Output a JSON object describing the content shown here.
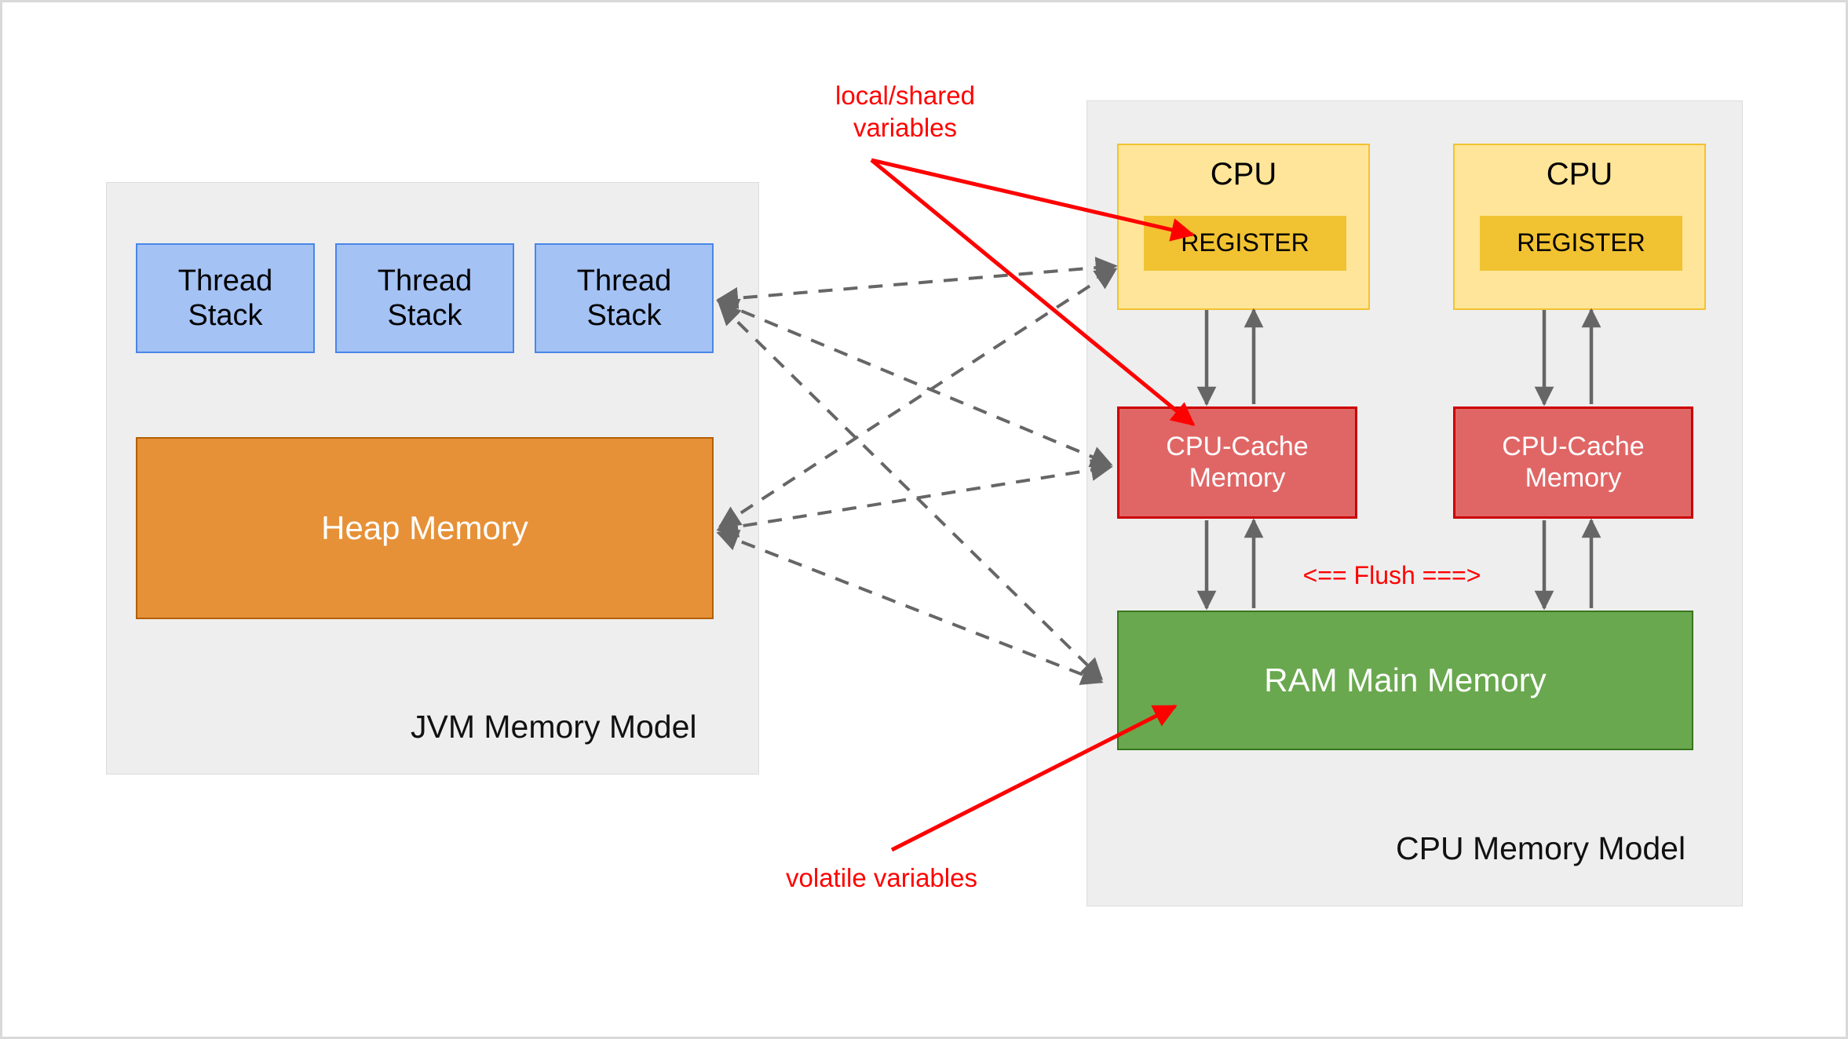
{
  "diagram": {
    "title": "JVM Memory Model and CPU Memory Model",
    "colors": {
      "canvas_background": "#ffffff",
      "group_background": "#eeeeee",
      "thread_stack_fill": "#a4c2f4",
      "thread_stack_border": "#4a86e8",
      "heap_fill": "#e69138",
      "heap_border": "#b45f06",
      "cpu_fill": "#ffe599",
      "cpu_border": "#f1c232",
      "register_fill": "#f1c232",
      "cache_fill": "#e06666",
      "cache_border": "#cc0000",
      "ram_fill": "#6aa84f",
      "ram_border": "#38761d",
      "annotation_red": "#ff0000",
      "connector_gray": "#666666"
    }
  },
  "jvm": {
    "title": "JVM Memory Model",
    "thread_stacks": [
      {
        "label": "Thread\nStack"
      },
      {
        "label": "Thread\nStack"
      },
      {
        "label": "Thread\nStack"
      }
    ],
    "heap": {
      "label": "Heap Memory"
    }
  },
  "cpu": {
    "title": "CPU Memory Model",
    "cores": [
      {
        "label": "CPU",
        "register_label": "REGISTER",
        "cache_label": "CPU-Cache\nMemory"
      },
      {
        "label": "CPU",
        "register_label": "REGISTER",
        "cache_label": "CPU-Cache\nMemory"
      }
    ],
    "ram": {
      "label": "RAM Main Memory"
    }
  },
  "annotations": {
    "local_shared": "local/shared\nvariables",
    "volatile": "volatile variables",
    "flush": "<== Flush ===>"
  },
  "connectors": {
    "dashed": [
      {
        "from": "thread-stack-3",
        "to": "register-1",
        "style": "dashed",
        "bidirectional": true
      },
      {
        "from": "thread-stack-3",
        "to": "cpu-cache-1",
        "style": "dashed",
        "bidirectional": true
      },
      {
        "from": "thread-stack-3",
        "to": "ram",
        "style": "dashed",
        "bidirectional": true
      },
      {
        "from": "heap-memory",
        "to": "register-1",
        "style": "dashed",
        "bidirectional": true
      },
      {
        "from": "heap-memory",
        "to": "cpu-cache-1",
        "style": "dashed",
        "bidirectional": true
      },
      {
        "from": "heap-memory",
        "to": "ram",
        "style": "dashed",
        "bidirectional": true
      }
    ],
    "solid": [
      {
        "from": "cpu-1",
        "to": "cpu-cache-1",
        "direction": "down"
      },
      {
        "from": "cpu-cache-1",
        "to": "cpu-1",
        "direction": "up"
      },
      {
        "from": "cpu-cache-1",
        "to": "ram",
        "direction": "down"
      },
      {
        "from": "ram",
        "to": "cpu-cache-1",
        "direction": "up"
      },
      {
        "from": "cpu-2",
        "to": "cpu-cache-2",
        "direction": "down"
      },
      {
        "from": "cpu-cache-2",
        "to": "cpu-2",
        "direction": "up"
      },
      {
        "from": "cpu-cache-2",
        "to": "ram",
        "direction": "down"
      },
      {
        "from": "ram",
        "to": "cpu-cache-2",
        "direction": "up"
      }
    ],
    "red": [
      {
        "label_source": "local_shared",
        "to": "register-1"
      },
      {
        "label_source": "local_shared",
        "to": "cpu-cache-1"
      },
      {
        "label_source": "volatile",
        "to": "ram"
      }
    ]
  }
}
